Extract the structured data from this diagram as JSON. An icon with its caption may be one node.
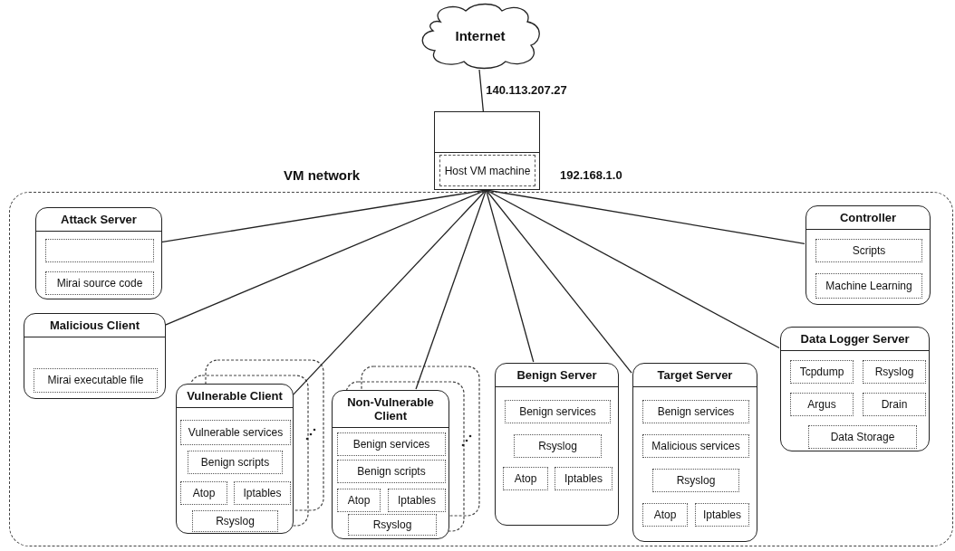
{
  "diagram": {
    "nodes": [
      {
        "text": [
          "Internet"
        ]
      },
      {
        "text": [],
        "shape": "box"
      },
      {
        "text": [
          "Host VM machine"
        ],
        "in": 1
      },
      {
        "text": [
          "VM network"
        ]
      },
      {
        "text": [
          "Attack Server"
        ],
        "in": 3
      },
      {
        "text": [],
        "shape": "box",
        "in": 4
      },
      {
        "text": [
          "Mirai source code"
        ],
        "in": 4
      },
      {
        "text": [
          "Controller"
        ],
        "in": 3
      },
      {
        "text": [
          "Scripts"
        ],
        "in": 7
      },
      {
        "text": [
          "Machine Learning"
        ],
        "in": 7
      },
      {
        "text": [
          "Malicious Client"
        ],
        "in": 3
      },
      {
        "text": [
          "Mirai executable file"
        ],
        "in": 10
      },
      {
        "text": [
          "Vulnerable Client"
        ],
        "in": 3
      },
      {
        "text": [
          "Vulnerable services"
        ],
        "in": 12
      },
      {
        "text": [
          "Benign scripts"
        ],
        "in": 12
      },
      {
        "text": [
          "Atop"
        ],
        "in": 12
      },
      {
        "text": [
          "Iptables"
        ],
        "in": 12
      },
      {
        "text": [
          "Rsyslog"
        ],
        "in": 12
      },
      {
        "text": [
          "Non-Vulnerable Client"
        ],
        "in": 3
      },
      {
        "text": [
          "Benign services"
        ],
        "in": 18
      },
      {
        "text": [
          "Benign scripts"
        ],
        "in": 18
      },
      {
        "text": [
          "Atop"
        ],
        "in": 18
      },
      {
        "text": [
          "Iptables"
        ],
        "in": 18
      },
      {
        "text": [
          "Rsyslog"
        ],
        "in": 18
      },
      {
        "text": [
          "Benign Server"
        ],
        "in": 3
      },
      {
        "text": [
          "Benign services"
        ],
        "in": 24
      },
      {
        "text": [
          "Rsyslog"
        ],
        "in": 24
      },
      {
        "text": [
          "Atop"
        ],
        "in": 24
      },
      {
        "text": [
          "Iptables"
        ],
        "in": 24
      },
      {
        "text": [
          "Target Server"
        ],
        "in": 3
      },
      {
        "text": [
          "Benign services"
        ],
        "in": 29
      },
      {
        "text": [
          "Malicious services"
        ],
        "in": 29
      },
      {
        "text": [
          "Rsyslog"
        ],
        "in": 29
      },
      {
        "text": [
          "Atop"
        ],
        "in": 29
      },
      {
        "text": [
          "Iptables"
        ],
        "in": 29
      },
      {
        "text": [
          "Data Logger Server"
        ],
        "in": 3
      },
      {
        "text": [
          "Tcpdump"
        ],
        "in": 35
      },
      {
        "text": [
          "Rsyslog"
        ],
        "in": 35
      },
      {
        "text": [
          "Argus"
        ],
        "in": 35
      },
      {
        "text": [
          "Drain"
        ],
        "in": 35
      },
      {
        "text": [
          "Data Storage"
        ],
        "in": 35
      }
    ],
    "edges": [
      {
        "from": 0,
        "to": 1,
        "arrow": "none",
        "label": "140.113.207.27"
      },
      {
        "from": 1,
        "to": 4,
        "arrow": "none"
      },
      {
        "from": 1,
        "to": 7,
        "arrow": "none"
      },
      {
        "from": 1,
        "to": 10,
        "arrow": "none"
      },
      {
        "from": 1,
        "to": 12,
        "arrow": "none"
      },
      {
        "from": 1,
        "to": 18,
        "arrow": "none"
      },
      {
        "from": 1,
        "to": 24,
        "arrow": "none"
      },
      {
        "from": 1,
        "to": 29,
        "arrow": "none"
      },
      {
        "from": 1,
        "to": 35,
        "arrow": "none"
      }
    ],
    "labels": [
      "192.168.1.0"
    ]
  }
}
